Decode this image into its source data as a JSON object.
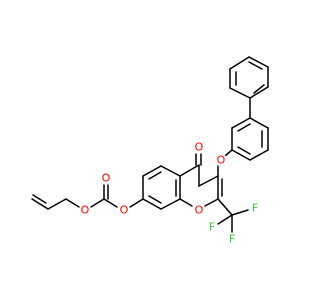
{
  "colors": {
    "bond": "#000000",
    "oxygen": "#ff0000",
    "fluorine": "#33cc33",
    "background": "#ffffff"
  },
  "atoms": {
    "o_carbonyl_carbonate": "O",
    "o_ester_allyl": "O",
    "o_ester_aryl": "O",
    "o_ring": "O",
    "o_ketone": "O",
    "o_ether": "O",
    "f1": "F",
    "f2": "F",
    "f3": "F"
  }
}
